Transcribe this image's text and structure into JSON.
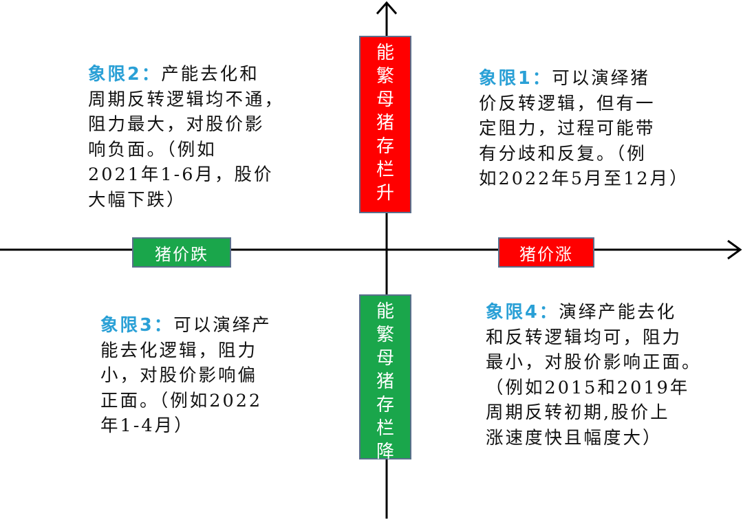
{
  "colors": {
    "up_box": "#ff0000",
    "down_box": "#1aa64b",
    "title": "#2aa0d6",
    "axis": "#000000"
  },
  "vertical_axis": {
    "top_label_chars": [
      "能",
      "繁",
      "母",
      "猪",
      "存",
      "栏",
      "升"
    ],
    "bottom_label_chars": [
      "能",
      "繁",
      "母",
      "猪",
      "存",
      "栏",
      "降"
    ]
  },
  "horizontal_axis": {
    "left_label": "猪价跌",
    "right_label": "猪价涨"
  },
  "quadrants": {
    "q1": {
      "title": "象限1：",
      "body": "可以演绎猪\n价反转逻辑，但有一\n定阻力，过程可能带\n有分歧和反复。（例\n如2022年5月至12月）"
    },
    "q2": {
      "title": "象限2：",
      "body": "产能去化和\n周期反转逻辑均不通，\n阻力最大，对股价影\n响负面。（例如\n2021年1-6月，股价\n大幅下跌）"
    },
    "q3": {
      "title": "象限3：",
      "body": "可以演绎产\n能去化逻辑，阻力\n小，对股价影响偏\n正面。（例如2022\n年1-4月）"
    },
    "q4": {
      "title": "象限4：",
      "body": "演绎产能去化\n和反转逻辑均可，阻力\n最小，对股价影响正面。\n（例如2015和2019年\n周期反转初期,股价上\n涨速度快且幅度大）"
    }
  }
}
